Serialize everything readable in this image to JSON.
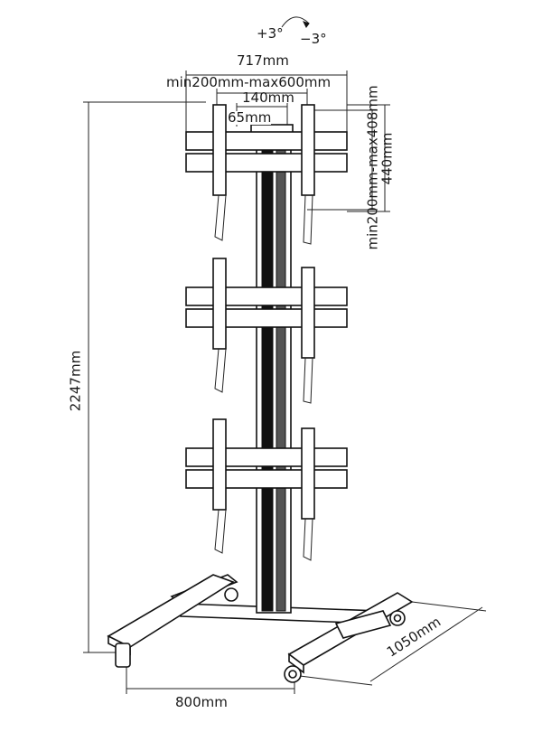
{
  "diagram": {
    "tilt": {
      "plus": "+3°",
      "minus": "−3°"
    },
    "dimensions": {
      "overall_width": "717mm",
      "vesa_horizontal": "min200mm-max600mm",
      "inner_width": "140mm",
      "small_offset": "65mm",
      "vesa_vertical": "min200mm-max408mm",
      "bracket_height": "440mm",
      "total_height": "2247mm",
      "base_width": "800mm",
      "base_depth": "1050mm"
    }
  }
}
